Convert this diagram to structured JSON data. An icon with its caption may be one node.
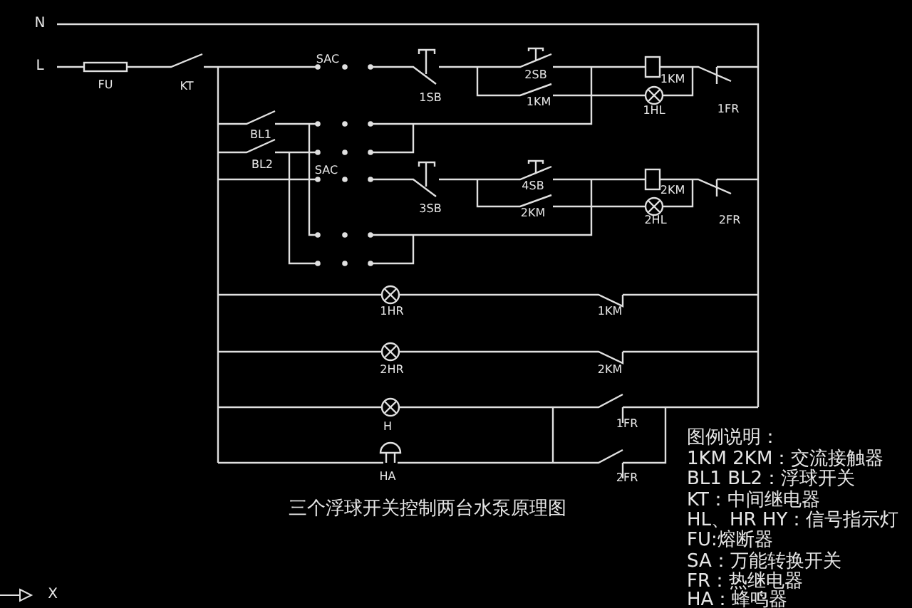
{
  "diagram": {
    "title": "三个浮球开关控制两台水泵原理图",
    "labels": [
      "N",
      "L",
      "FU",
      "KT",
      "SAC",
      "1SB",
      "2SB",
      "1KM",
      "1KM",
      "1HL",
      "1FR",
      "BL1",
      "BL2",
      "SAC",
      "3SB",
      "4SB",
      "2KM",
      "2KM",
      "2HL",
      "2FR",
      "1HR",
      "1KM",
      "2HR",
      "2KM",
      "H",
      "1FR",
      "HA",
      "2FR",
      "X",
      "图例说明：",
      "1KM  2KM：交流接触器",
      "BL1  BL2：浮球开关",
      "KT：中间继电器",
      "HL、HR  HY：信号指示灯",
      "FU:熔断器",
      "SA：万能转换开关",
      "FR：热继电器",
      "HA：蜂鸣器"
    ]
  }
}
